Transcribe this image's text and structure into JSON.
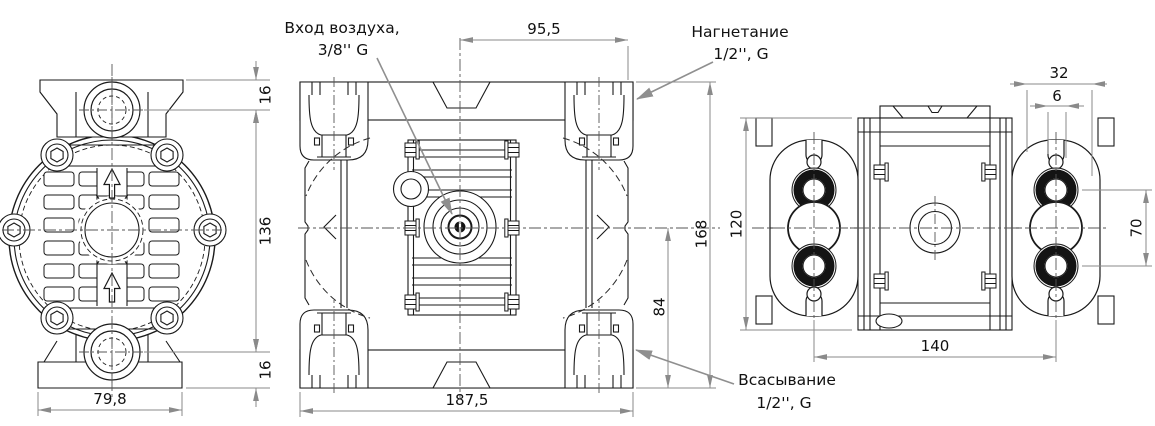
{
  "drawing_type": "pump-dimensional-drawing",
  "labels": {
    "air_inlet_line1": "Вход воздуха,",
    "air_inlet_line2": "3/8'' G",
    "discharge_line1": "Нагнетание",
    "discharge_line2": "1/2'', G",
    "suction_line1": "Всасывание",
    "suction_line2": "1/2'', G"
  },
  "dimensions": {
    "left_view": {
      "foot_to_port_top": "16",
      "port_spacing": "136",
      "foot_to_port_bottom": "16",
      "foot_width": "79,8"
    },
    "front_view": {
      "inlet_to_edge": "95,5",
      "overall_height": "168",
      "inlet_height": "84",
      "overall_width": "187,5"
    },
    "right_view": {
      "flange_width": "32",
      "slot_width": "6",
      "body_height": "120",
      "port_spacing": "70",
      "port_distance": "140"
    }
  },
  "colors": {
    "line": "#1a1a1a",
    "dimension": "#8a8a8a",
    "text": "#111111",
    "background": "#ffffff"
  }
}
